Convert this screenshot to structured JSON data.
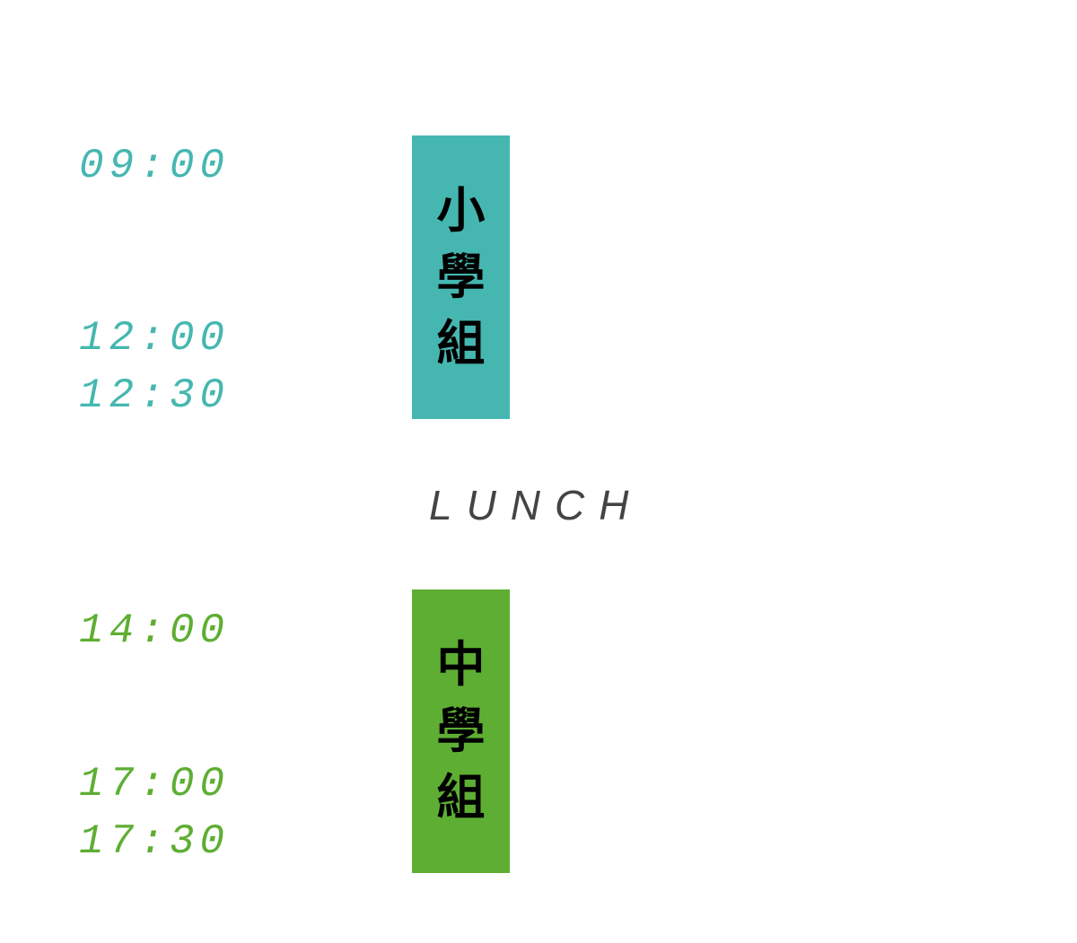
{
  "colors": {
    "primary_group": "#45b7b0",
    "secondary_group": "#5eae33",
    "lunch_text": "#444444"
  },
  "primary_schedule": {
    "times": [
      "09:00",
      "12:00",
      "12:30"
    ],
    "label_chars": [
      "小",
      "學",
      "組"
    ]
  },
  "lunch": {
    "label": "LUNCH"
  },
  "secondary_schedule": {
    "times": [
      "14:00",
      "17:00",
      "17:30"
    ],
    "label_chars": [
      "中",
      "學",
      "組"
    ]
  }
}
